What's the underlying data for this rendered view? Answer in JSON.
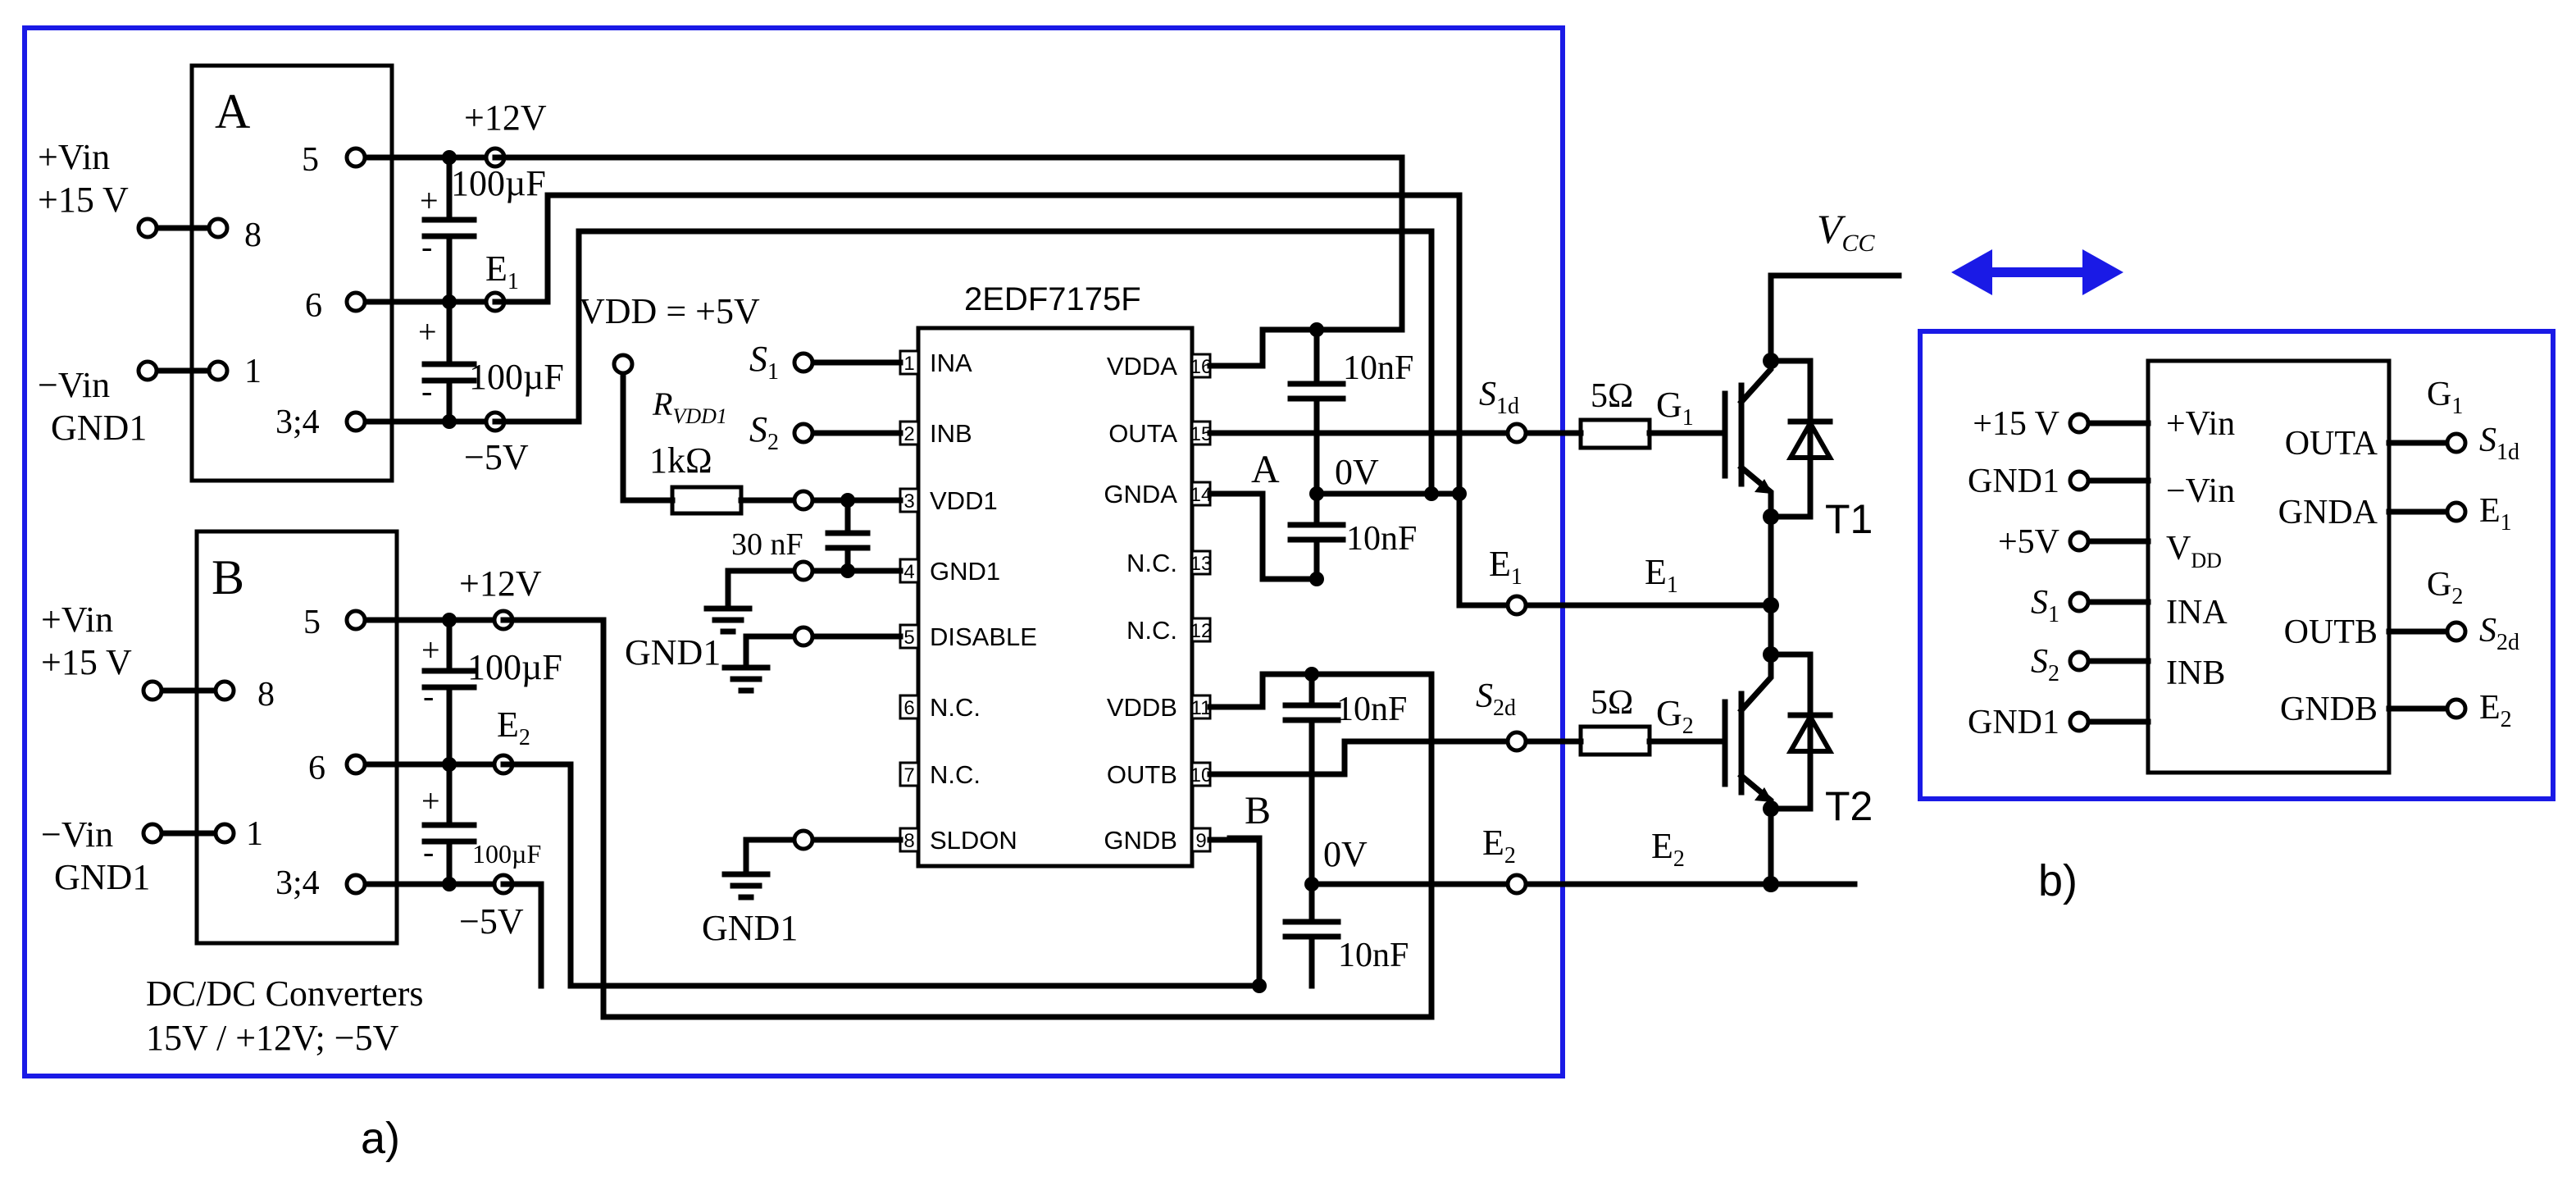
{
  "chip": {
    "name": "2EDF7175F",
    "pins_left": [
      {
        "num": "1",
        "label": "INA"
      },
      {
        "num": "2",
        "label": "INB"
      },
      {
        "num": "3",
        "label": "VDD1"
      },
      {
        "num": "4",
        "label": "GND1"
      },
      {
        "num": "5",
        "label": "DISABLE"
      },
      {
        "num": "6",
        "label": "N.C."
      },
      {
        "num": "7",
        "label": "N.C."
      },
      {
        "num": "8",
        "label": "SLDON"
      }
    ],
    "pins_right": [
      {
        "num": "16",
        "label": "VDDA"
      },
      {
        "num": "15",
        "label": "OUTA"
      },
      {
        "num": "14",
        "label": "GNDA"
      },
      {
        "num": "13",
        "label": "N.C."
      },
      {
        "num": "12",
        "label": "N.C."
      },
      {
        "num": "11",
        "label": "VDDB"
      },
      {
        "num": "10",
        "label": "OUTB"
      },
      {
        "num": "9",
        "label": "GNDB"
      }
    ]
  },
  "converter_a": {
    "letter": "A",
    "pin5": "5",
    "pin6": "6",
    "pin34": "3;4",
    "pin8": "8",
    "pin1": "1",
    "vin_pos": "+Vin",
    "vin_pos_val": "+15 V",
    "vin_neg": "−Vin",
    "vin_neg_gnd": "GND1",
    "plus12": "+12V",
    "minus5": "−5V",
    "cap1": "100µF",
    "cap2": "100µF",
    "emitter": "E",
    "emitter_sub": "1"
  },
  "converter_b": {
    "letter": "B",
    "pin5": "5",
    "pin6": "6",
    "pin34": "3;4",
    "pin8": "8",
    "pin1": "1",
    "vin_pos": "+Vin",
    "vin_pos_val": "+15 V",
    "vin_neg": "−Vin",
    "vin_neg_gnd": "GND1",
    "plus12": "+12V",
    "minus5": "−5V",
    "cap1": "100µF",
    "cap2": "100µF",
    "emitter": "E",
    "emitter_sub": "2"
  },
  "converters_caption_1": "DC/DC Converters",
  "converters_caption_2": "15V / +12V;  −5V",
  "vdd_label": "VDD = +5V",
  "rvdd_label": "R",
  "rvdd_sub": "VDD1",
  "rvdd_value": "1kΩ",
  "cap_30nf": "30 nF",
  "gnd_labels": [
    "GND1",
    "GND1"
  ],
  "s1": {
    "main": "S",
    "sub": "1"
  },
  "s2": {
    "main": "S",
    "sub": "2"
  },
  "cap_10nf": "10nF",
  "node_a": "A",
  "node_b": "B",
  "zero_v": "0V",
  "s1d": {
    "main": "S",
    "sub": "1d"
  },
  "s2d": {
    "main": "S",
    "sub": "2d"
  },
  "gate_res": "5Ω",
  "g1": {
    "main": "G",
    "sub": "1"
  },
  "g2": {
    "main": "G",
    "sub": "2"
  },
  "e1": {
    "main": "E",
    "sub": "1"
  },
  "e2": {
    "main": "E",
    "sub": "2"
  },
  "vcc": {
    "main": "V",
    "sub": "CC"
  },
  "t1": "T1",
  "t2": "T2",
  "panel_a_label": "a)",
  "panel_b_label": "b)",
  "panel_b": {
    "left_labels": [
      "+15 V",
      "GND1",
      "+5V",
      "S",
      "S",
      "GND1"
    ],
    "left_subs": [
      "",
      "",
      "",
      "1",
      "2",
      ""
    ],
    "inner_left": [
      "+Vin",
      "−Vin",
      "V",
      "INA",
      "INB"
    ],
    "inner_vdd_sub": "DD",
    "inner_right": [
      "OUTA",
      "GNDA",
      "OUTB",
      "GNDB"
    ],
    "right_labels": [
      "G",
      "S",
      "E",
      "G",
      "S",
      "E"
    ],
    "right_subs": [
      "1",
      "1d",
      "1",
      "2",
      "2d",
      "2"
    ]
  },
  "colors": {
    "frame": "#1a1ae6",
    "arrow": "#1a1ae6",
    "wire": "#000000"
  }
}
